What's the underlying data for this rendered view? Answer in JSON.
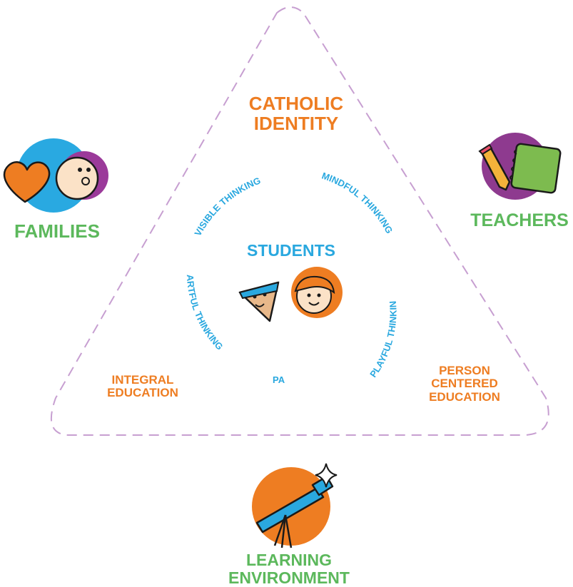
{
  "colors": {
    "orange": "#ee7d22",
    "green": "#5cb85c",
    "blue": "#2aa8df",
    "purple": "#8e3a8f",
    "light_blue": "#29a9e1",
    "triangle_dash": "#c79fd1"
  },
  "diagram": {
    "top_label": "CATHOLIC\nIDENTITY",
    "center_label": "STUDENTS",
    "left_inner_label": "INTEGRAL\nEDUCATION",
    "right_inner_label": "PERSON\nCENTERED\nEDUCATION",
    "ring_labels": {
      "visible": "VISIBLE THINKING",
      "mindful": "MINDFUL THINKING",
      "playful": "PLAYFUL THINKING",
      "artful": "ARTFUL THINKING",
      "pa": "PA"
    },
    "corners": {
      "families": "FAMILIES",
      "teachers": "TEACHERS",
      "learning_environment": "LEARNING\nENVIRONMENT"
    }
  },
  "icons": {
    "families": [
      "heart-icon",
      "child-face-icon"
    ],
    "teachers": [
      "pencil-icon",
      "notebook-icon"
    ],
    "learning_environment": [
      "telescope-icon",
      "sparkle-star-icon"
    ],
    "students": [
      "triangle-face-icon",
      "girl-face-icon"
    ]
  }
}
